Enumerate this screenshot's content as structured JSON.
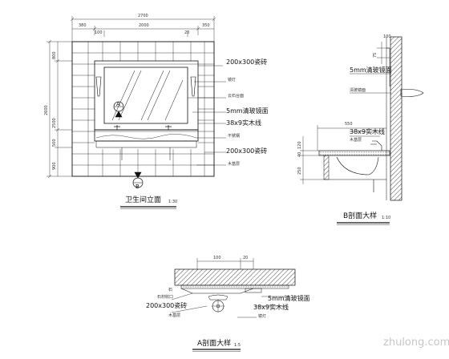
{
  "elevation": {
    "title": "卫生间立面",
    "scale": "1:30",
    "dims_top": {
      "overall": "2700",
      "left": "380",
      "sub_left": "100",
      "center": "2000",
      "sub_right": "20",
      "right": "350"
    },
    "dims_left": {
      "a": "800",
      "b": "2600",
      "c": "2500",
      "d": "500",
      "e": "900"
    },
    "notes": {
      "tile": "200x300瓷砖",
      "tile_low": "200x300瓷砖",
      "mirror": "5mm清玻镜面",
      "strip": "38x9实木线",
      "small1": "镜灯",
      "small2": "云石台面",
      "small3": "不锈钢",
      "small4": "木基层"
    },
    "markers": {
      "a": "A",
      "b": "B"
    }
  },
  "section_b": {
    "title": "B剖面大样",
    "scale": "1:10",
    "dims": {
      "top": "100",
      "side1": "75",
      "side2": "250",
      "width": "550",
      "v1": "120",
      "v2": "40"
    },
    "notes": {
      "mirror": "5mm清玻镜面",
      "strip": "38x9实木线",
      "small1": "清玻镜面",
      "small2": "木基层"
    }
  },
  "section_a": {
    "title": "A剖面大样",
    "scale": "1:5",
    "dims": {
      "d1": "100",
      "d2": "20"
    },
    "notes": {
      "tile": "200x300瓷砖",
      "mirror": "5mm清玻镜面",
      "strip": "38x9实木线",
      "small1": "石材收口",
      "small2": "木基层",
      "small3": "镜灯",
      "small4": "石"
    }
  },
  "watermark": {
    "text": "zhulong.com"
  }
}
